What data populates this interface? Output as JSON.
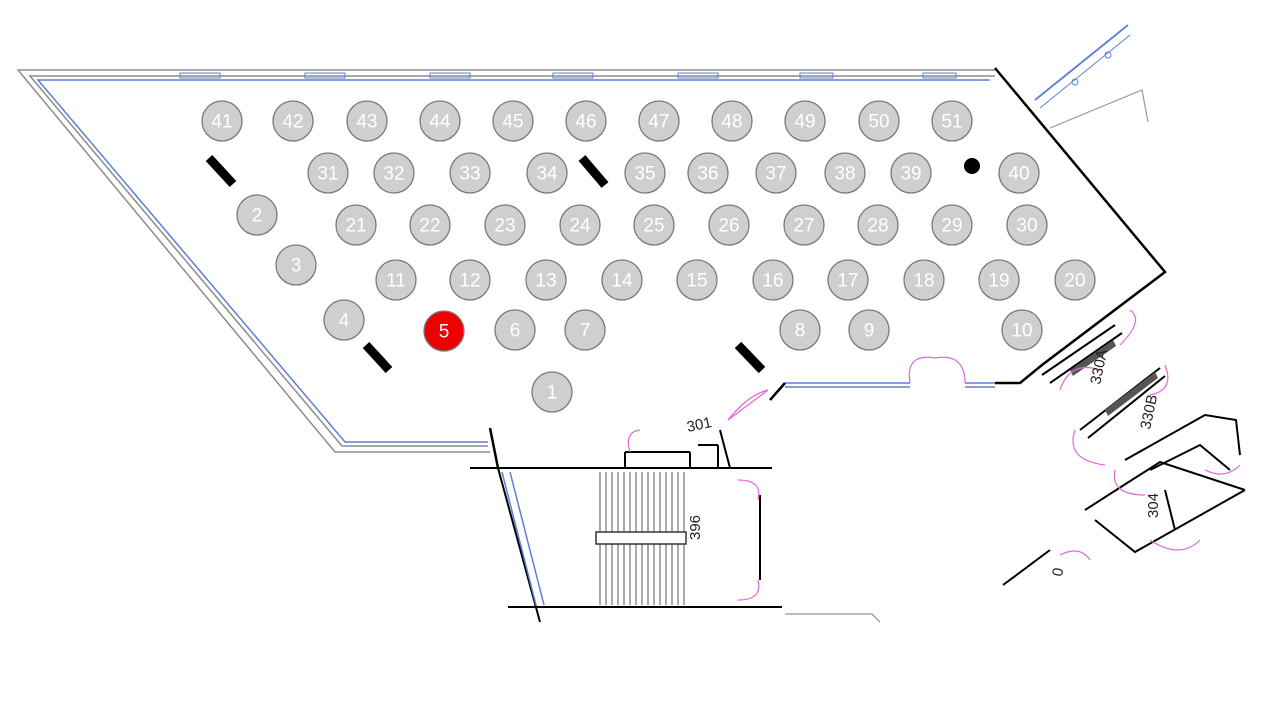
{
  "floorplan": {
    "colors": {
      "wall": "#000000",
      "outer_wall": "#8c8c8c",
      "window": "#5b7fd6",
      "door_swing": "#e066e0",
      "table_fill": "#cfcfcf",
      "table_stroke": "#7a7a7a",
      "table_text": "#ffffff",
      "selected_fill": "#ee0000"
    },
    "selected_table": "5",
    "tables": [
      {
        "label": "1"
      },
      {
        "label": "2"
      },
      {
        "label": "3"
      },
      {
        "label": "4"
      },
      {
        "label": "5",
        "selected": true
      },
      {
        "label": "6"
      },
      {
        "label": "7"
      },
      {
        "label": "8"
      },
      {
        "label": "9"
      },
      {
        "label": "10"
      },
      {
        "label": "11"
      },
      {
        "label": "12"
      },
      {
        "label": "13"
      },
      {
        "label": "14"
      },
      {
        "label": "15"
      },
      {
        "label": "16"
      },
      {
        "label": "17"
      },
      {
        "label": "18"
      },
      {
        "label": "19"
      },
      {
        "label": "20"
      },
      {
        "label": "21"
      },
      {
        "label": "22"
      },
      {
        "label": "23"
      },
      {
        "label": "24"
      },
      {
        "label": "25"
      },
      {
        "label": "26"
      },
      {
        "label": "27"
      },
      {
        "label": "28"
      },
      {
        "label": "29"
      },
      {
        "label": "30"
      },
      {
        "label": "31"
      },
      {
        "label": "32"
      },
      {
        "label": "33"
      },
      {
        "label": "34"
      },
      {
        "label": "35"
      },
      {
        "label": "36"
      },
      {
        "label": "37"
      },
      {
        "label": "38"
      },
      {
        "label": "39"
      },
      {
        "label": "40"
      },
      {
        "label": "41"
      },
      {
        "label": "42"
      },
      {
        "label": "43"
      },
      {
        "label": "44"
      },
      {
        "label": "45"
      },
      {
        "label": "46"
      },
      {
        "label": "47"
      },
      {
        "label": "48"
      },
      {
        "label": "49"
      },
      {
        "label": "50"
      },
      {
        "label": "51"
      }
    ],
    "room_labels": {
      "r301": "301",
      "r396": "396",
      "r330a": "330A",
      "r330b": "330B",
      "r304": "304",
      "r0": "0"
    }
  }
}
